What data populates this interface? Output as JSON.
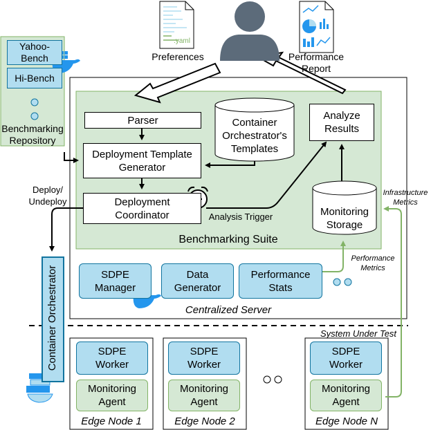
{
  "top": {
    "preferences_label": "Preferences",
    "performance_report_label": "Performance\nReport",
    "yaml_tag": ".yaml"
  },
  "repository": {
    "items": [
      "Yahoo-\nBench",
      "Hi-Bench"
    ],
    "label": "Benchmarking\nRepository"
  },
  "suite": {
    "parser": "Parser",
    "dtg": "Deployment Template\nGenerator",
    "coordinator": "Deployment\nCoordinator",
    "templates": "Container\nOrchestrator's\nTemplates",
    "analyze": "Analyze\nResults",
    "monitoring_storage": "Monitoring\nStorage",
    "analysis_trigger": "Analysis Trigger",
    "label": "Benchmarking Suite"
  },
  "server": {
    "sdpe_manager": "SDPE\nManager",
    "data_generator": "Data\nGenerator",
    "performance_stats": "Performance\nStats",
    "label": "Centralized Server"
  },
  "side": {
    "deploy_label": "Deploy/\nUndeploy",
    "orchestrator": "Container Orchestrator",
    "infra_metrics": "Infrastructure\nMetrics",
    "perf_metrics": "Performance\nMetrics",
    "sut_label": "System Under Test"
  },
  "edge_nodes": [
    {
      "worker": "SDPE\nWorker",
      "agent": "Monitoring\nAgent",
      "label": "Edge Node 1"
    },
    {
      "worker": "SDPE\nWorker",
      "agent": "Monitoring\nAgent",
      "label": "Edge Node 2"
    },
    {
      "worker": "SDPE\nWorker",
      "agent": "Monitoring\nAgent",
      "label": "Edge Node N"
    }
  ],
  "colors": {
    "blue_fill": "#b1ddf0",
    "blue_stroke": "#10739e",
    "green_fill": "#d5e8d4",
    "green_stroke": "#82b366",
    "person": "#5c6b7a",
    "docker": "#2496ed"
  }
}
